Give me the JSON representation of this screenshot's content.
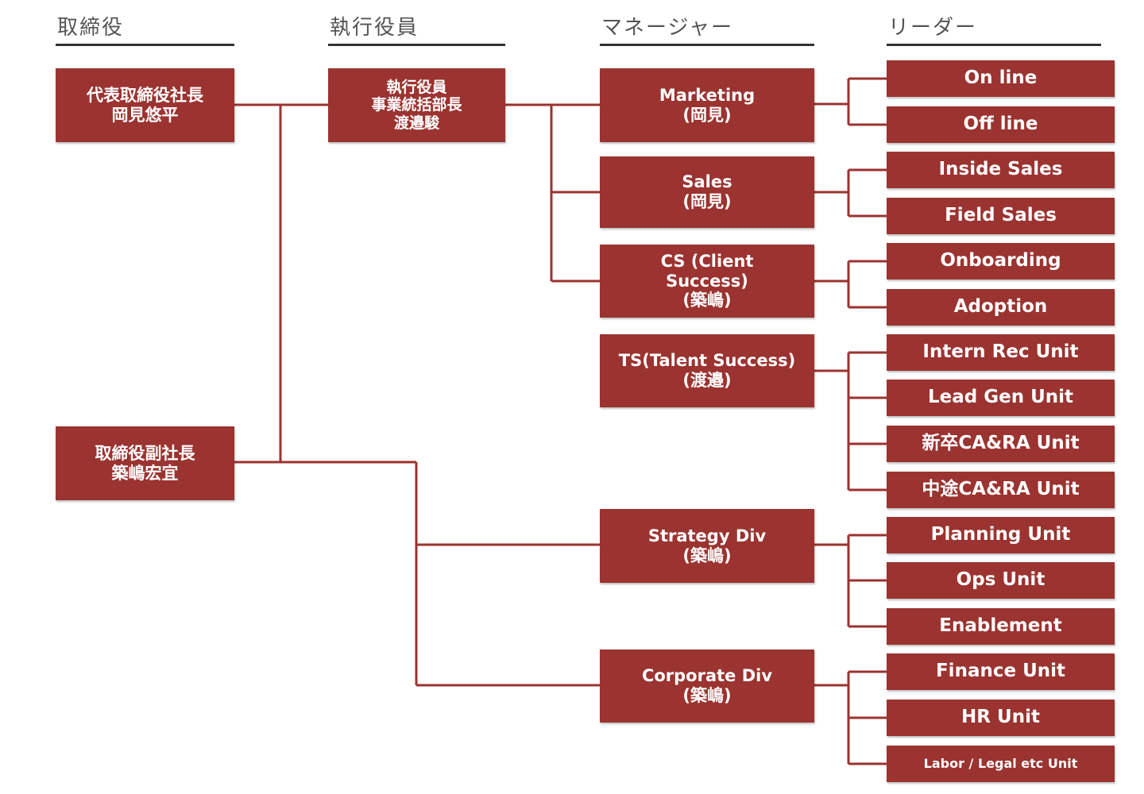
{
  "headers": {
    "directors": "取締役",
    "executives": "執行役員",
    "managers": "マネージャー",
    "leaders": "リーダー"
  },
  "directors": [
    {
      "line1": "代表取締役社長",
      "line2": "岡見悠平"
    },
    {
      "line1": "取締役副社長",
      "line2": "築嶋宏宜"
    }
  ],
  "executive": {
    "line1": "執行役員",
    "line2": "事業統括部長",
    "line3": "渡邉駿"
  },
  "managers": [
    {
      "line1": "Marketing",
      "line2": "(岡見)"
    },
    {
      "line1": "Sales",
      "line2": "(岡見)"
    },
    {
      "line1": "CS (Client",
      "line2": "Success)",
      "line3": "(築嶋)"
    },
    {
      "line1": "TS(Talent Success)",
      "line2": "(渡邉)"
    },
    {
      "line1": "Strategy Div",
      "line2": "(築嶋)"
    },
    {
      "line1": "Corporate Div",
      "line2": "(築嶋)"
    }
  ],
  "leaders": [
    "On line",
    "Off line",
    "Inside Sales",
    "Field Sales",
    "Onboarding",
    "Adoption",
    "Intern Rec Unit",
    "Lead Gen Unit",
    "新卒CA&RA Unit",
    "中途CA&RA Unit",
    "Planning Unit",
    "Ops Unit",
    "Enablement",
    "Finance Unit",
    "HR Unit",
    "Labor / Legal etc Unit"
  ],
  "colors": {
    "box": "#9b3330",
    "text": "#ffffff",
    "header_rule": "#333333"
  }
}
